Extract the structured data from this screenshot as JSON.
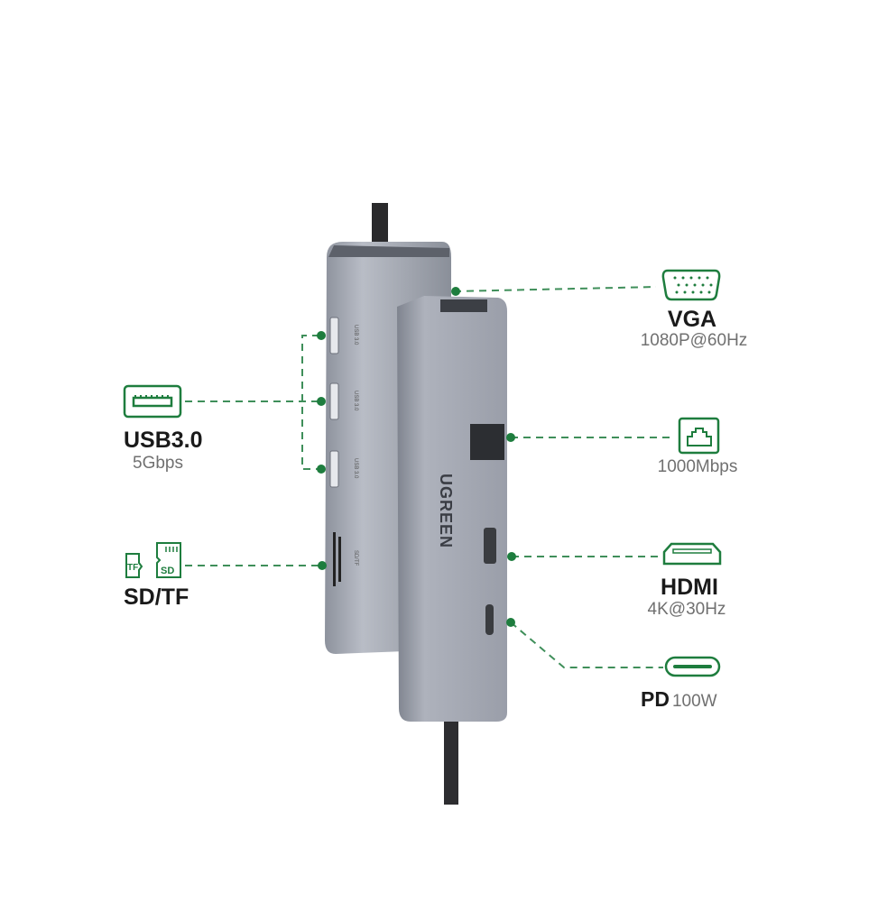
{
  "colors": {
    "accent": "#1e7d3e",
    "line": "#3f8f5a",
    "body": "#9ea3ae",
    "text": "#1a1a1a",
    "sub": "#707070"
  },
  "device": {
    "brand": "UGREEN",
    "port_label": "USB 3.0",
    "card_label": "SD/TF"
  },
  "ports": {
    "usb": {
      "title": "USB3.0",
      "spec": "5Gbps",
      "icon": "usb-a-icon"
    },
    "sd": {
      "title": "SD/TF",
      "icon": "sd-tf-card-icon",
      "tf": "TF",
      "sd": "SD"
    },
    "vga": {
      "title": "VGA",
      "spec": "1080P@60Hz",
      "icon": "vga-icon"
    },
    "lan": {
      "spec": "1000Mbps",
      "icon": "ethernet-icon"
    },
    "hdmi": {
      "title": "HDMI",
      "spec": "4K@30Hz",
      "icon": "hdmi-icon"
    },
    "pd": {
      "title": "PD",
      "spec": "100W",
      "icon": "usb-c-icon"
    }
  }
}
